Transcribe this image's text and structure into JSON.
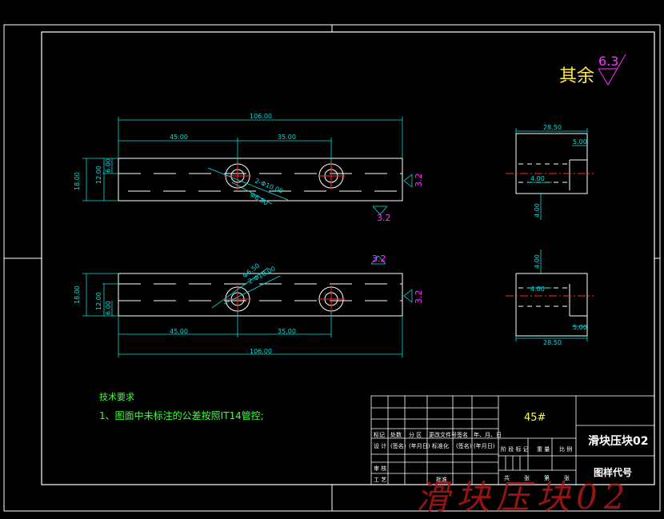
{
  "roughness": {
    "other_label": "其余",
    "other_value": "6.3",
    "surface_value": "3.2"
  },
  "top_view": {
    "overall_length": "106.00",
    "hole_spacing_1": "45.00",
    "hole_spacing_2": "35.00",
    "height": "18.00",
    "height_2": "12.00",
    "height_3": "6.00",
    "hole_dia": "2-Φ10.00",
    "hole_dia_2": "Φ6.50"
  },
  "bottom_view": {
    "overall_length": "106.00",
    "hole_spacing_1": "45.00",
    "hole_spacing_2": "35.00",
    "height": "18.00",
    "height_2": "12.00",
    "height_3": "6.00",
    "hole_dia": "2-Φ10.00",
    "hole_dia_2": "Φ6.50"
  },
  "side_view_top": {
    "width": "28.50",
    "dim_a": "5.00",
    "dim_b": "4.00",
    "dim_c": "4.00"
  },
  "side_view_bottom": {
    "width": "28.50",
    "dim_a": "5.00",
    "dim_b": "4.00",
    "dim_c": "4.00"
  },
  "tech_requirements": {
    "title": "技术要求",
    "note": "1、图面中未标注的公差按照IT14管控;"
  },
  "title_block": {
    "material": "45#",
    "part_name": "滑块压块02",
    "drawing_no_label": "图样代号",
    "row1": [
      "标记",
      "处数",
      "分 区",
      "更改文件号",
      "签名",
      "年、月、日"
    ],
    "row2": [
      "设 计",
      "(签名)",
      "(年月日)",
      "标准化",
      "(签名)",
      "(年月日)"
    ],
    "row3": [
      "审 核",
      "",
      "",
      "",
      "",
      ""
    ],
    "row4": [
      "工 艺",
      "",
      "批准",
      "",
      "",
      ""
    ],
    "stage_row": [
      "阶 段 标 记",
      "重 量",
      "比 例"
    ],
    "sheet_row": [
      "共",
      "张",
      "第",
      "张"
    ]
  },
  "watermark": "滑块压块02",
  "colors": {
    "outline": "#ffffff",
    "dimension": "#00e0e0",
    "center": "#ff2a2a",
    "roughness": "#ff33ff",
    "text_green": "#3cff3c",
    "text_yellow": "#ffe84a",
    "watermark": "#b01818"
  }
}
